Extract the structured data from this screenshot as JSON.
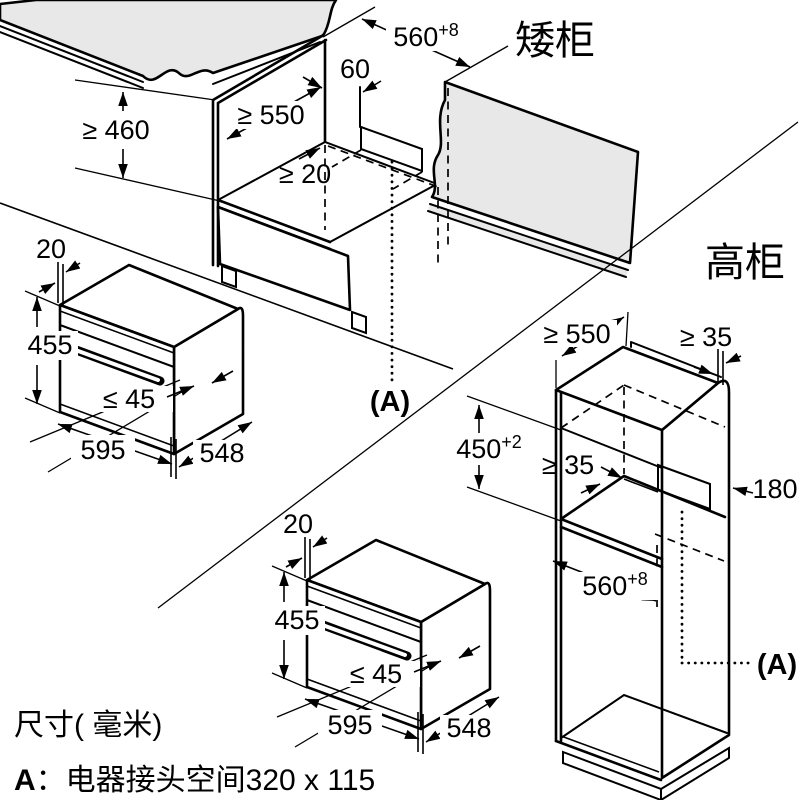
{
  "scene_low": {
    "label": "矮柜",
    "niche_width": {
      "value": "560",
      "sup": "+8"
    },
    "height": "≥ 460",
    "depth": "≥ 550",
    "top_gap": "60",
    "rear_gap": "≥ 20",
    "conn_ref": "(A)"
  },
  "scene_tall": {
    "label": "高柜",
    "depth_top": "≥ 550",
    "rear_panel_gap": "≥ 35",
    "niche_height": {
      "value": "450",
      "sup": "+2"
    },
    "shelf_gap": "≥ 35",
    "conn_zone_height": "180",
    "niche_width": {
      "value": "560",
      "sup": "+8"
    },
    "conn_ref": "(A)"
  },
  "oven": {
    "door_offset": "20",
    "height": "455",
    "door_angle": "≤ 45",
    "width": "595",
    "depth": "548"
  },
  "footer": {
    "units": "尺寸( 毫米)",
    "legend_key": "A",
    "legend_text": "：电器接头空间320 x 115"
  }
}
